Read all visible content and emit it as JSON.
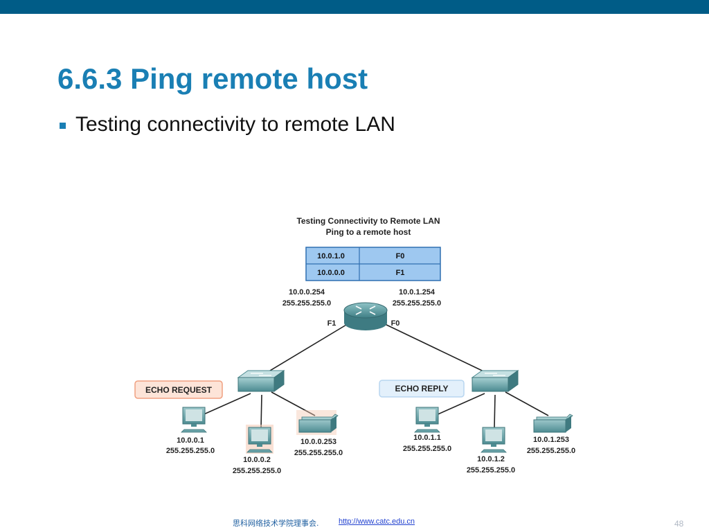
{
  "slide": {
    "title": "6.6.3 Ping remote host",
    "bullet": "Testing connectivity to remote LAN",
    "accent_color": "#1a7fb4",
    "bar_color": "#005c87"
  },
  "diagram": {
    "title_line1": "Testing Connectivity to Remote LAN",
    "title_line2": "Ping to a remote host",
    "route_table": [
      {
        "network": "10.0.1.0",
        "interface": "F0"
      },
      {
        "network": "10.0.0.0",
        "interface": "F1"
      }
    ],
    "router": {
      "left_ip": "10.0.0.254",
      "left_mask": "255.255.255.0",
      "left_port": "F1",
      "right_ip": "10.0.1.254",
      "right_mask": "255.255.255.0",
      "right_port": "F0"
    },
    "left_lan": {
      "label": "ECHO REQUEST",
      "host1_ip": "10.0.0.1",
      "host1_mask": "255.255.255.0",
      "host2_ip": "10.0.0.2",
      "host2_mask": "255.255.255.0",
      "printer_ip": "10.0.0.253",
      "printer_mask": "255.255.255.0"
    },
    "right_lan": {
      "label": "ECHO REPLY",
      "host1_ip": "10.0.1.1",
      "host1_mask": "255.255.255.0",
      "host2_ip": "10.0.1.2",
      "host2_mask": "255.255.255.0",
      "printer_ip": "10.0.1.253",
      "printer_mask": "255.255.255.0"
    },
    "icons": [
      "router-icon",
      "switch-icon",
      "computer-icon",
      "printer-icon"
    ]
  },
  "footer": {
    "org": "思科网络技术学院理事会.",
    "link": "http://www.catc.edu.cn",
    "page_number": "48"
  }
}
